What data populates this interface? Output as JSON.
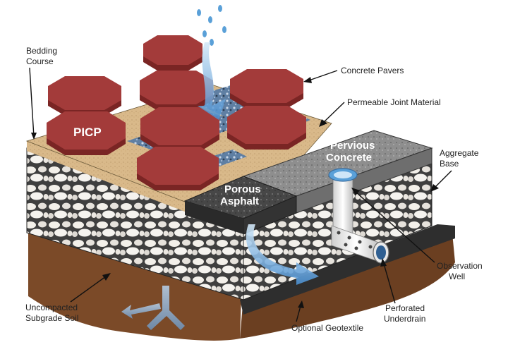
{
  "labels": {
    "bedding_course_1": "Bedding",
    "bedding_course_2": "Course",
    "concrete_pavers": "Concrete Pavers",
    "permeable_joint": "Permeable Joint Material",
    "picp": "PICP",
    "pervious_concrete_1": "Pervious",
    "pervious_concrete_2": "Concrete",
    "porous_asphalt_1": "Porous",
    "porous_asphalt_2": "Asphalt",
    "aggregate_base_1": "Aggregate",
    "aggregate_base_2": "Base",
    "observation_well_1": "Observation",
    "observation_well_2": "Well",
    "perforated_underdrain_1": "Perforated",
    "perforated_underdrain_2": "Underdrain",
    "optional_geotextile": "Optional Geotextile",
    "uncompacted_soil_1": "Uncompacted",
    "uncompacted_soil_2": "Subgrade Soil"
  },
  "colors": {
    "paver_red": "#a33b3a",
    "paver_dark": "#7a2524",
    "bedding_sand": "#d9b98a",
    "aggregate_fill": "#ece8e2",
    "soil_brown": "#7b4a28",
    "concrete_gray": "#8c8c8c",
    "asphalt_dark": "#4a4a4a",
    "water_blue": "#5aa0d8",
    "geotextile": "#2e2e2e"
  }
}
